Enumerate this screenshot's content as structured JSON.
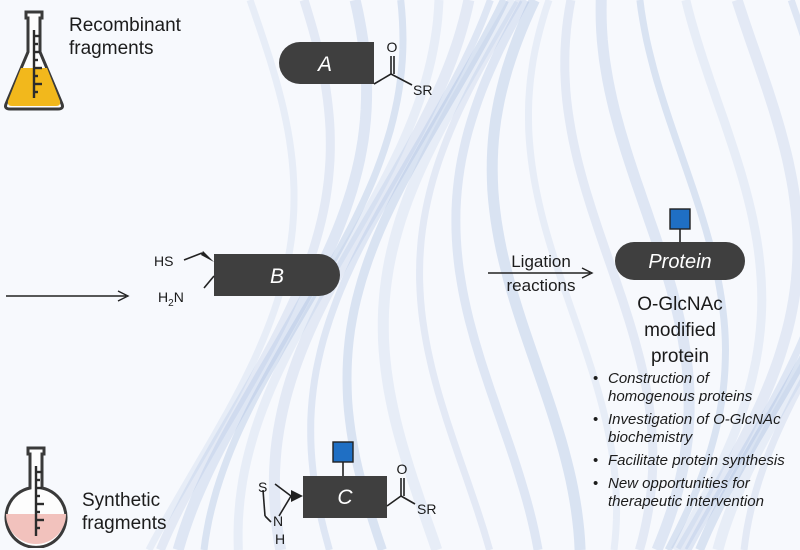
{
  "sources": {
    "recombinant_label": "Recombinant\nfragments",
    "synthetic_label": "Synthetic\nfragments"
  },
  "fragments": {
    "a": {
      "letter": "A",
      "terminal_o": "O",
      "terminal_sr": "SR"
    },
    "b": {
      "letter": "B",
      "group_hs": "HS",
      "group_h": "H",
      "group_2": "2",
      "group_n": "N"
    },
    "c": {
      "letter": "C",
      "ring_s": "S",
      "ring_n": "N",
      "ring_h": "H",
      "terminal_o": "O",
      "terminal_sr": "SR"
    }
  },
  "ligation": {
    "label": "Ligation\nreactions"
  },
  "product": {
    "protein_label": "Protein",
    "description": "O-GlcNAc\nmodified\nprotein"
  },
  "applications": [
    "Construction of homogenous proteins",
    "Investigation of O-GlcNAc biochemistry",
    "Facilitate protein synthesis",
    "New opportunities for therapeutic intervention"
  ],
  "colors": {
    "fragment_fill": "#3f3f3f",
    "glycan_square": "#1f6fc4",
    "recombinant_liquid": "#f2b81c",
    "synthetic_liquid": "#f2c2bd",
    "wave_stripe": "#9fb6de"
  },
  "icons": {
    "recombinant": "erlenmeyer-flask-icon",
    "synthetic": "round-bottom-flask-icon",
    "glycan": "blue-square-glcnac-icon"
  }
}
